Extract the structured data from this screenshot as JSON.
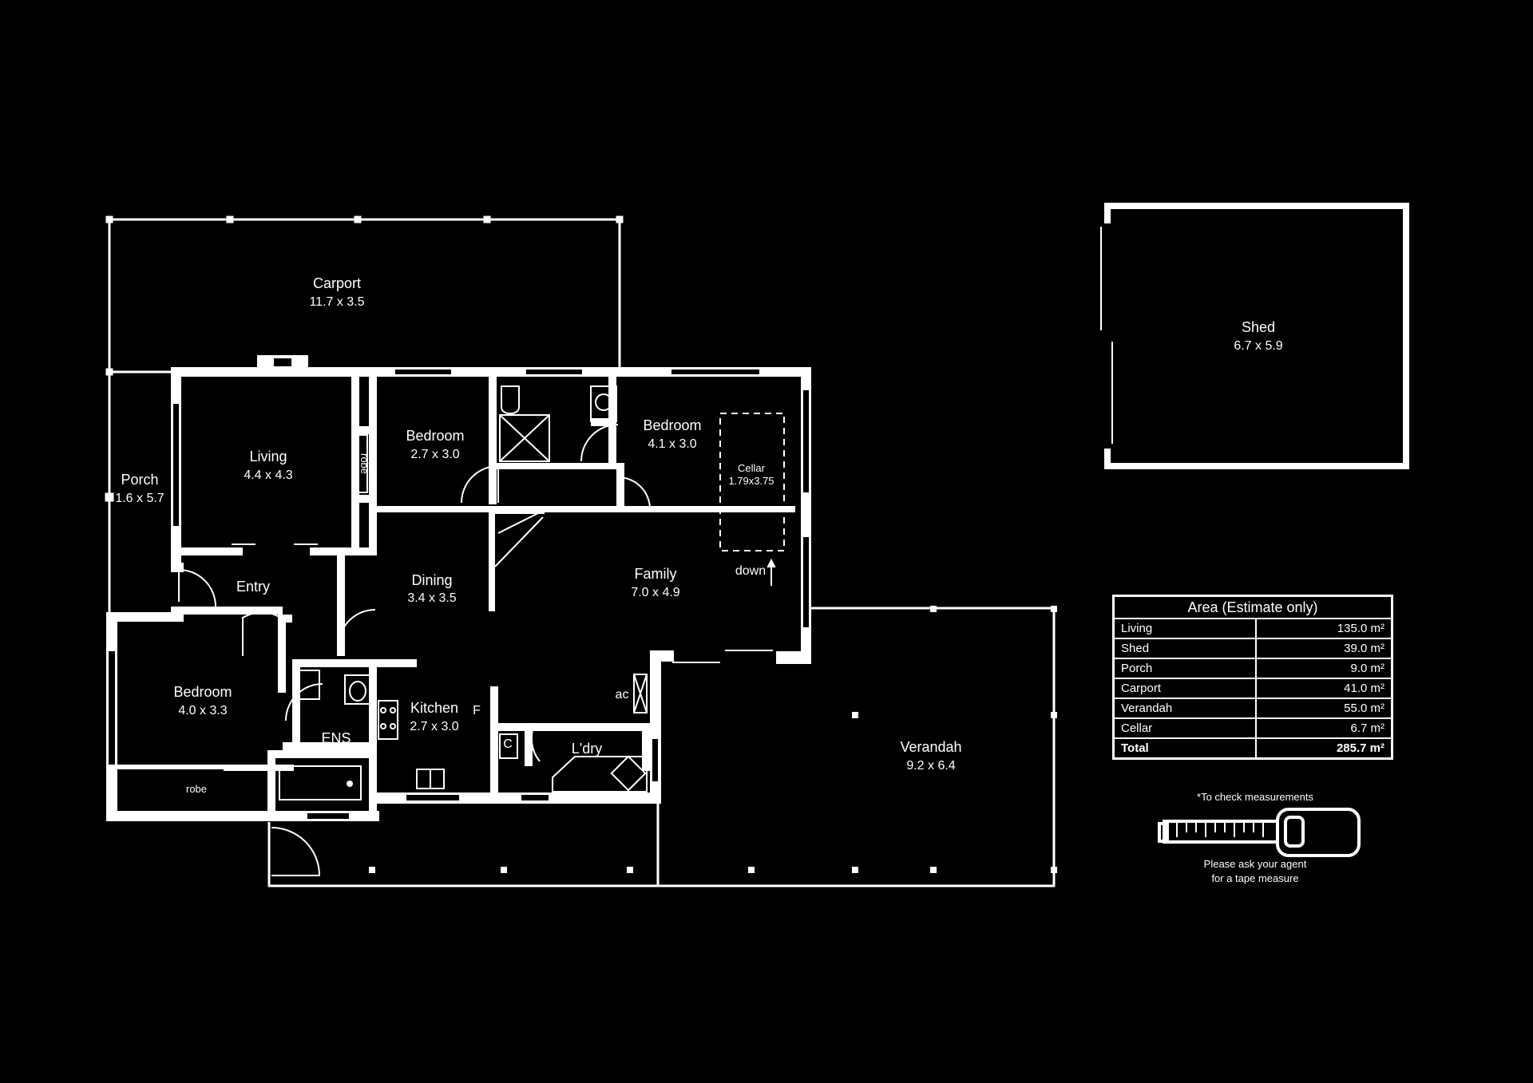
{
  "rooms": {
    "carport": {
      "name": "Carport",
      "dims": "11.7 x 3.5"
    },
    "porch": {
      "name": "Porch",
      "dims": "1.6 x 5.7"
    },
    "living": {
      "name": "Living",
      "dims": "4.4 x 4.3"
    },
    "robe_small": {
      "name": "robe"
    },
    "bedroom_2": {
      "name": "Bedroom",
      "dims": "2.7 x 3.0"
    },
    "bedroom_3": {
      "name": "Bedroom",
      "dims": "4.1 x 3.0"
    },
    "cellar": {
      "name": "Cellar",
      "dims": "1.79x3.75"
    },
    "stair_label": "down",
    "entry": {
      "name": "Entry"
    },
    "dining": {
      "name": "Dining",
      "dims": "3.4 x 3.5"
    },
    "family": {
      "name": "Family",
      "dims": "7.0 x 4.9"
    },
    "bedroom_1": {
      "name": "Bedroom",
      "dims": "4.0 x 3.3"
    },
    "robe_large": {
      "name": "robe"
    },
    "ens": {
      "name": "ENS"
    },
    "kitchen": {
      "name": "Kitchen",
      "dims": "2.7 x 3.0"
    },
    "fridge": "F",
    "cupboard": "C",
    "laundry": {
      "name": "L'dry"
    },
    "ac": "ac",
    "verandah": {
      "name": "Verandah",
      "dims": "9.2 x 6.4"
    },
    "shed": {
      "name": "Shed",
      "dims": "6.7 x 5.9"
    }
  },
  "area_table": {
    "title": "Area (Estimate only)",
    "rows": [
      {
        "label": "Living",
        "value": "135.0 m²"
      },
      {
        "label": "Shed",
        "value": "39.0 m²"
      },
      {
        "label": "Porch",
        "value": "9.0 m²"
      },
      {
        "label": "Carport",
        "value": "41.0 m²"
      },
      {
        "label": "Verandah",
        "value": "55.0 m²"
      },
      {
        "label": "Cellar",
        "value": "6.7 m²"
      }
    ],
    "total": {
      "label": "Total",
      "value": "285.7 m²"
    }
  },
  "notes": {
    "check": "*To check measurements",
    "agent_line1": "Please ask your agent",
    "agent_line2": "for a tape measure"
  },
  "icons": [
    "tape-measure-icon"
  ],
  "colors": {
    "background": "#000000",
    "lines": "#ffffff"
  }
}
